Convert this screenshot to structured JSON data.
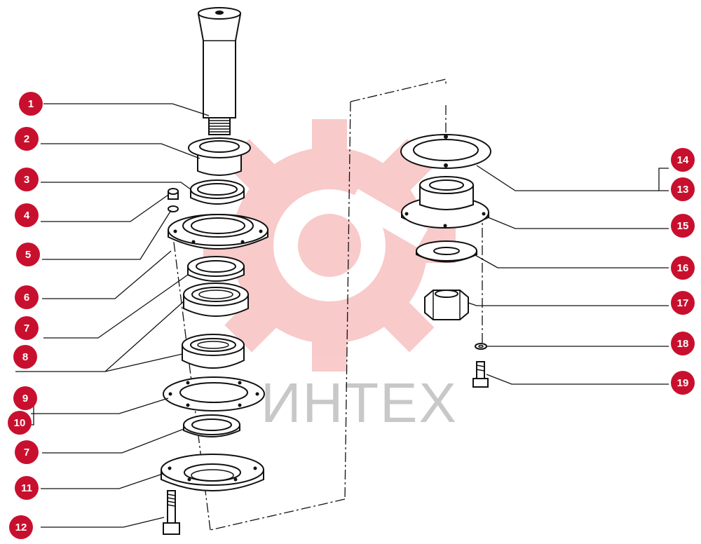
{
  "watermark": {
    "text": "ИНТЕХ",
    "color": "#f4a0a0"
  },
  "badge_color": "#c8102e",
  "callouts": [
    {
      "id": "c1",
      "label": "1"
    },
    {
      "id": "c2",
      "label": "2"
    },
    {
      "id": "c3",
      "label": "3"
    },
    {
      "id": "c4",
      "label": "4"
    },
    {
      "id": "c5",
      "label": "5"
    },
    {
      "id": "c6",
      "label": "6"
    },
    {
      "id": "c7a",
      "label": "7"
    },
    {
      "id": "c8",
      "label": "8"
    },
    {
      "id": "c9",
      "label": "9"
    },
    {
      "id": "c10",
      "label": "10"
    },
    {
      "id": "c7b",
      "label": "7"
    },
    {
      "id": "c11",
      "label": "11"
    },
    {
      "id": "c12",
      "label": "12"
    },
    {
      "id": "c14",
      "label": "14"
    },
    {
      "id": "c13",
      "label": "13"
    },
    {
      "id": "c15",
      "label": "15"
    },
    {
      "id": "c16",
      "label": "16"
    },
    {
      "id": "c17",
      "label": "17"
    },
    {
      "id": "c18",
      "label": "18"
    },
    {
      "id": "c19",
      "label": "19"
    }
  ]
}
